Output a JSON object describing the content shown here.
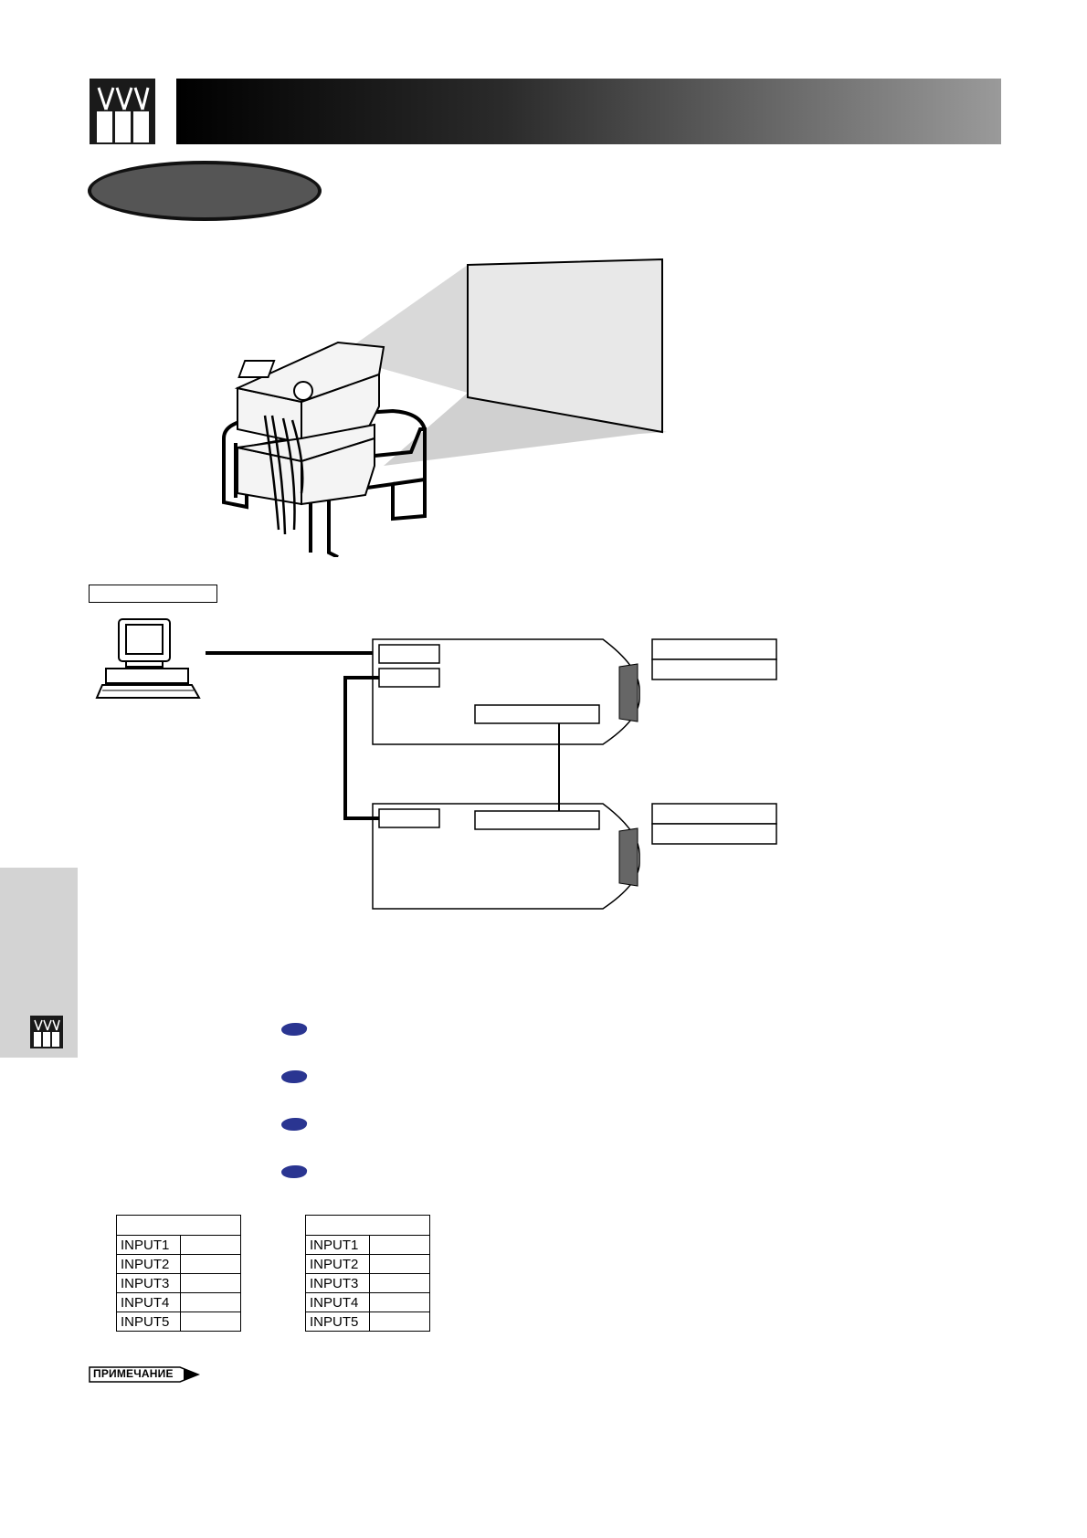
{
  "tables": [
    {
      "header": "",
      "rows": [
        "INPUT1",
        "INPUT2",
        "INPUT3",
        "INPUT4",
        "INPUT5"
      ]
    },
    {
      "header": "",
      "rows": [
        "INPUT1",
        "INPUT2",
        "INPUT3",
        "INPUT4",
        "INPUT5"
      ]
    }
  ],
  "note": {
    "label": "ПРИМЕЧАНИЕ"
  },
  "colors": {
    "bullet": "#2a3591",
    "sidebar": "#d3d3d3"
  },
  "icons": {
    "header": "stacked-projectors-icon",
    "sidebar": "stacked-projectors-icon"
  }
}
